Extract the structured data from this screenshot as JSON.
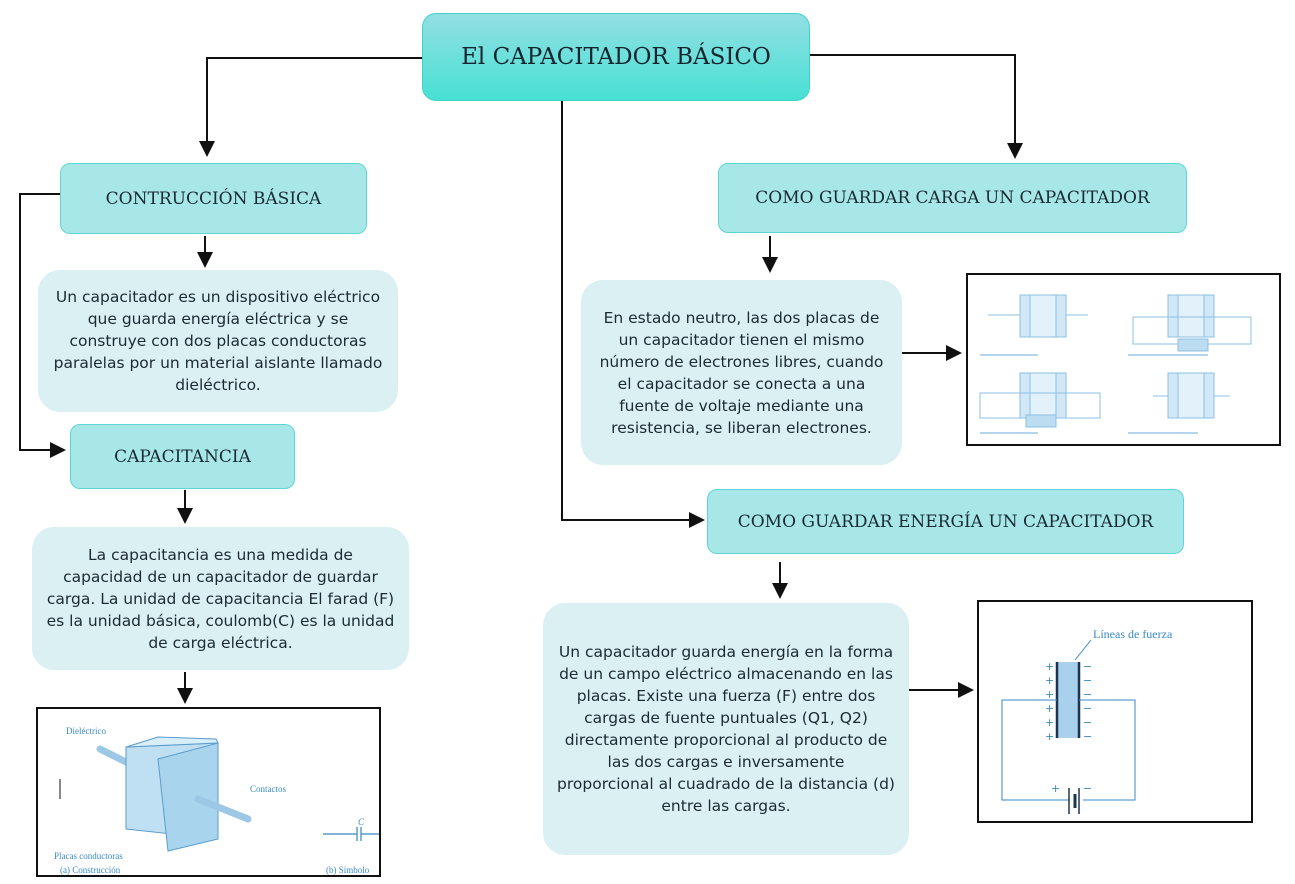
{
  "title": "El CAPACITADOR BÁSICO",
  "sections": {
    "construccion": {
      "heading": "CONTRUCCIÓN BÁSICA",
      "text": "Un capacitador es un dispositivo eléctrico que guarda energía eléctrica y se construye con dos placas conductoras paralelas por un material aislante llamado dieléctrico."
    },
    "capacitancia": {
      "heading": "CAPACITANCIA",
      "text": "La capacitancia es una medida de capacidad de un capacitador de guardar carga. La unidad de capacitancia El farad (F) es la unidad básica, coulomb(C) es la unidad de carga eléctrica.",
      "figure": {
        "dielectric": "Dieléctrico",
        "contacts": "Contactos",
        "plates": "Placas conductoras",
        "caption_a": "(a) Construcción",
        "caption_b": "(b) Símbolo",
        "symbol_label": "C"
      }
    },
    "carga": {
      "heading": "COMO  GUARDAR CARGA UN CAPACITADOR",
      "text": "En estado neutro, las dos placas de un capacitador tienen el mismo número de electrones libres, cuando el capacitador se conecta a una fuente de voltaje mediante una resistencia, se liberan electrones."
    },
    "energia": {
      "heading": "COMO  GUARDAR ENERGÍA UN CAPACITADOR",
      "text": "Un capacitador guarda energía en la forma de un campo eléctrico almacenando en las placas. Existe una fuerza (F) entre dos cargas de fuente puntuales (Q1, Q2) directamente proporcional al producto de las dos cargas e inversamente proporcional al cuadrado de la distancia (d) entre las cargas.",
      "figure": {
        "label": "Líneas de fuerza"
      }
    }
  },
  "colors": {
    "header_fill": "#a7e7e8",
    "text_fill": "#daf0f3",
    "root_fill": "#47e0d3",
    "figure_blue": "#3a8ac4"
  }
}
